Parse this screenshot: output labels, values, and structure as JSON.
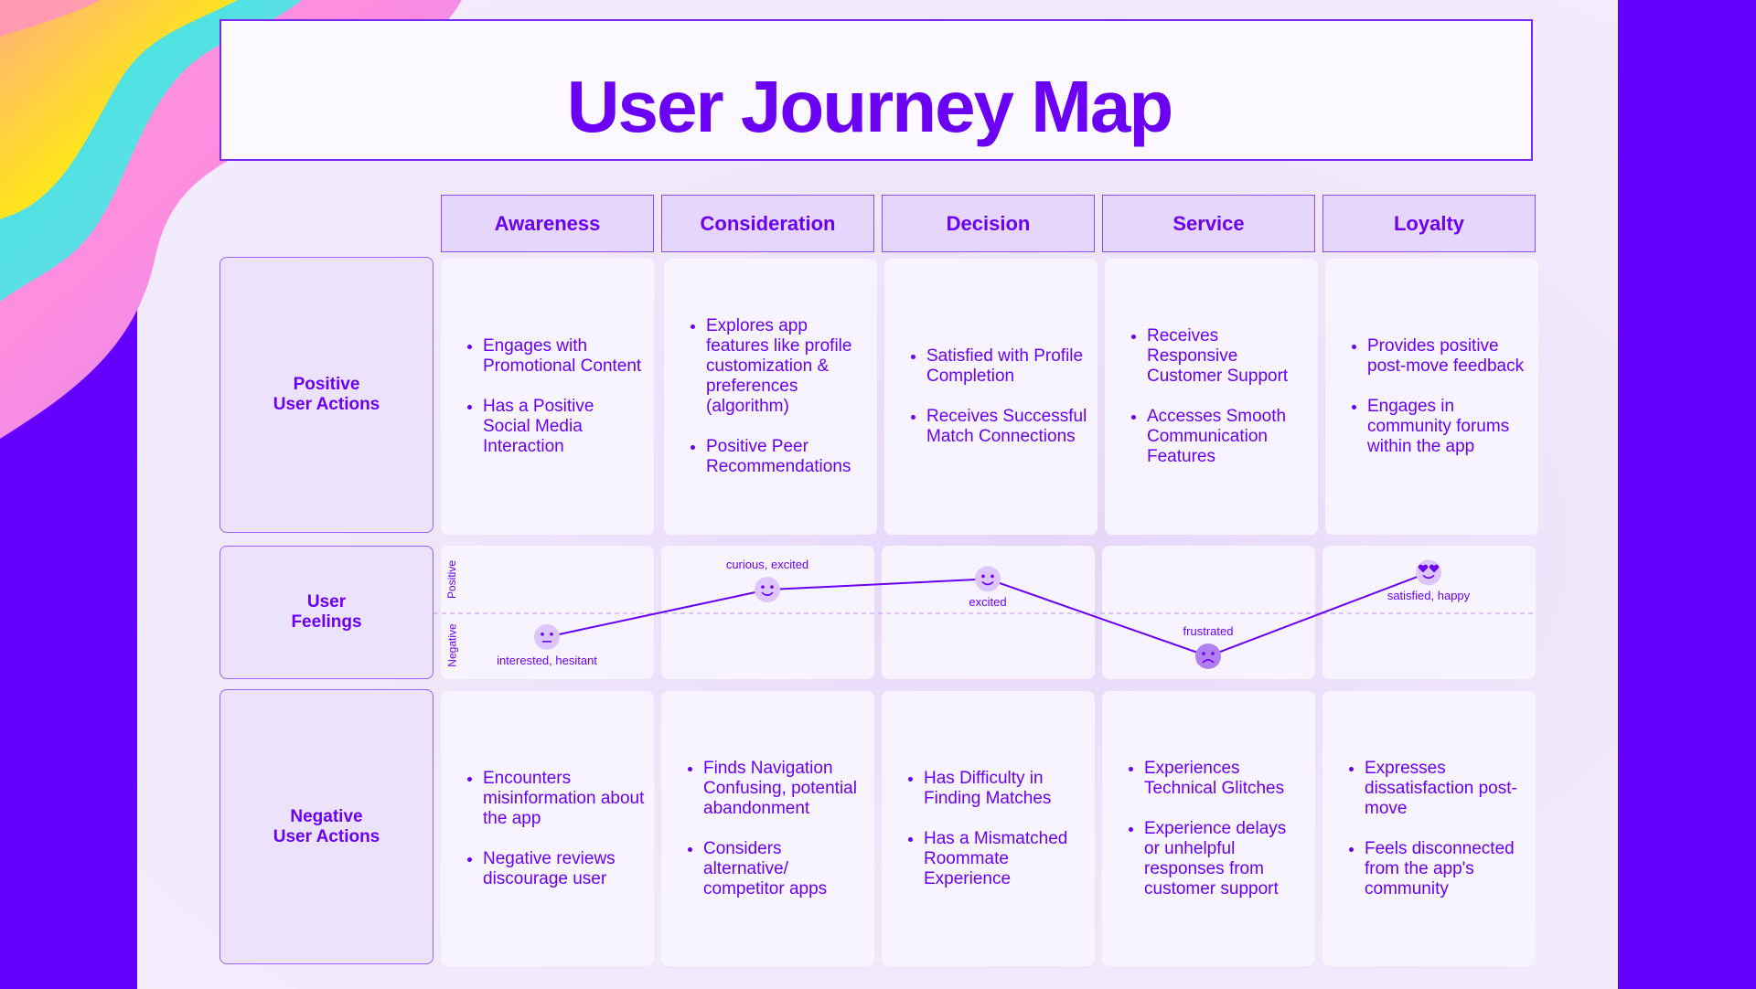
{
  "title": "User Journey Map",
  "stages": [
    "Awareness",
    "Consideration",
    "Decision",
    "Service",
    "Loyalty"
  ],
  "row_labels": {
    "positive": [
      "Positive",
      "User Actions"
    ],
    "feelings": [
      "User",
      "Feelings"
    ],
    "negative": [
      "Negative",
      "User Actions"
    ]
  },
  "positive_actions": [
    [
      "Engages with Promotional Content",
      "Has a Positive Social Media Interaction"
    ],
    [
      "Explores app features like profile customization & preferences (algorithm)",
      "Positive Peer Recommendations"
    ],
    [
      "Satisfied with Profile Completion",
      "Receives Successful Match Connections"
    ],
    [
      "Receives Responsive Customer Support",
      "Accesses Smooth Communication Features"
    ],
    [
      "Provides positive post-move feedback",
      "Engages in community forums within the app"
    ]
  ],
  "negative_actions": [
    [
      "Encounters misinformation about the app",
      "Negative reviews discourage user"
    ],
    [
      "Finds Navigation Confusing, potential abandonment",
      "Considers alternative/ competitor apps"
    ],
    [
      "Has Difficulty in Finding Matches",
      "Has a Mismatched Roommate Experience"
    ],
    [
      "Experiences Technical Glitches",
      "Experience delays or unhelpful responses from customer support"
    ],
    [
      "Expresses dissatisfaction post-move",
      "Feels disconnected from the app's community"
    ]
  ],
  "feeling_axis": {
    "positive": "Positive",
    "negative": "Negative"
  },
  "feelings": [
    {
      "label": "interested, hesitant",
      "level": -0.55,
      "face": "neutral-face-icon"
    },
    {
      "label": "curious, excited",
      "level": 0.55,
      "face": "happy-face-icon"
    },
    {
      "label": "excited",
      "level": 0.8,
      "face": "smile-face-icon"
    },
    {
      "label": "frustrated",
      "level": -1.0,
      "face": "sad-face-icon"
    },
    {
      "label": "satisfied, happy",
      "level": 0.95,
      "face": "heart-eyes-face-icon"
    }
  ],
  "colors": {
    "accent": "#6a00f4",
    "background": "#6500ff",
    "cell": "#f8f4ff"
  }
}
